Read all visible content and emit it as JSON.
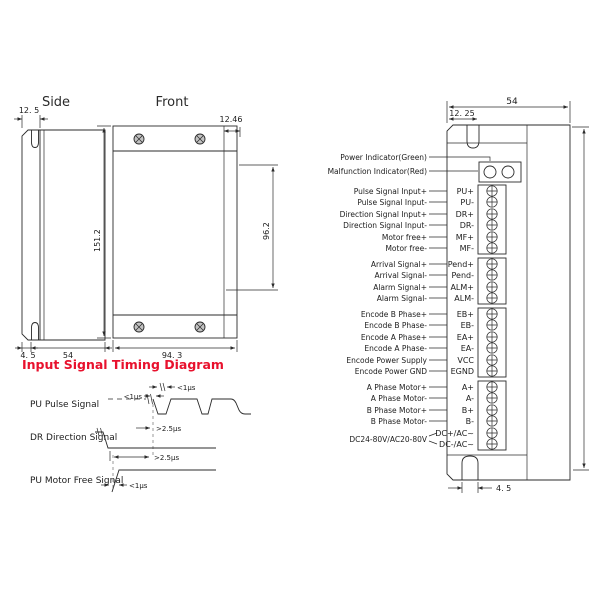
{
  "side_view": {
    "title": "Side",
    "dim_top": "12. 5",
    "dim_bottom_a": "4. 5",
    "dim_bottom_b": "54"
  },
  "front_view": {
    "title": "Front",
    "dim_top_right": "12.46",
    "dim_left": "151.2",
    "dim_right": "96.2",
    "dim_bottom": "94. 3"
  },
  "timing": {
    "title": "Input Signal Timing Diagram",
    "rows": [
      {
        "label": "PU  Pulse Signal"
      },
      {
        "label": "DR  Direction Signal"
      },
      {
        "label": "PU  Motor Free Signal"
      }
    ],
    "anno_pulse_top": "<1μs",
    "anno_pulse_left": "<1μs",
    "anno_dir_setup": ">2.5μs",
    "anno_dir_hold": ">2.5μs",
    "anno_motor_free": "<1μs"
  },
  "connector": {
    "dim_top": "54",
    "dim_top_left": "12. 25",
    "dim_bottom": "4. 5",
    "indicators": [
      {
        "label": "Power Indicator(Green)"
      },
      {
        "label": "Malfunction Indicator(Red)"
      }
    ],
    "power_label": "DC24-80V/AC20-80V",
    "groups": [
      {
        "pins": [
          {
            "label": "Pulse Signal Input+",
            "pin": "PU+"
          },
          {
            "label": "Pulse Signal Input-",
            "pin": "PU-"
          },
          {
            "label": "Direction Signal Input+",
            "pin": "DR+"
          },
          {
            "label": "Direction Signal Input-",
            "pin": "DR-"
          },
          {
            "label": "Motor free+",
            "pin": "MF+"
          },
          {
            "label": "Motor free-",
            "pin": "MF-"
          }
        ]
      },
      {
        "pins": [
          {
            "label": "Arrival Signal+",
            "pin": "Pend+"
          },
          {
            "label": "Arrival Signal-",
            "pin": "Pend-"
          },
          {
            "label": "Alarm Signal+",
            "pin": "ALM+"
          },
          {
            "label": "Alarm Signal-",
            "pin": "ALM-"
          }
        ]
      },
      {
        "pins": [
          {
            "label": "Encode B Phase+",
            "pin": "EB+"
          },
          {
            "label": "Encode B Phase-",
            "pin": "EB-"
          },
          {
            "label": "Encode A Phase+",
            "pin": "EA+"
          },
          {
            "label": "Encode A Phase-",
            "pin": "EA-"
          },
          {
            "label": "Encode Power Supply",
            "pin": "VCC"
          },
          {
            "label": "Encode Power GND",
            "pin": "EGND"
          }
        ]
      },
      {
        "pins": [
          {
            "label": "A Phase Motor+",
            "pin": "A+"
          },
          {
            "label": "A Phase Motor-",
            "pin": "A-"
          },
          {
            "label": "B Phase Motor+",
            "pin": "B+"
          },
          {
            "label": "B Phase Motor-",
            "pin": "B-"
          },
          {
            "label": "",
            "pin": "DC+/AC~"
          },
          {
            "label": "",
            "pin": "DC-/AC~"
          }
        ]
      }
    ]
  },
  "colors": {
    "title_red": "#e8112d",
    "line": "#2b2b2b",
    "background": "#ffffff"
  }
}
